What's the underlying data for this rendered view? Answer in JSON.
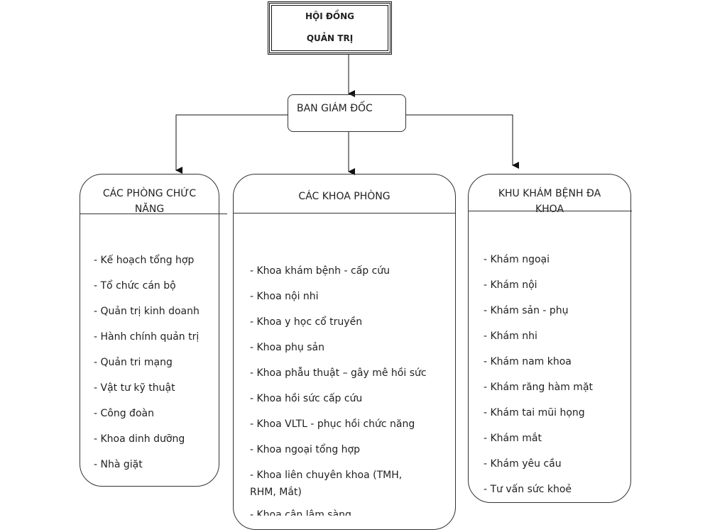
{
  "board": {
    "line1": "HỘI ĐỒNG",
    "line2": "QUẢN TRỊ"
  },
  "directors": {
    "label": "BAN GIÁM ĐỐC"
  },
  "columns": [
    {
      "title_line1": "CÁC PHÒNG CHỨC",
      "title_line2": "NĂNG",
      "items": [
        "- Kế hoạch tổng hợp",
        "- Tổ chức cán bộ",
        "- Quản trị kinh doanh",
        "- Hành chính quản trị",
        "- Quản tri mạng",
        "- Vật tư kỹ thuật",
        "- Công đoàn",
        "- Khoa dinh dưỡng",
        "- Nhà giặt"
      ]
    },
    {
      "title_line1": "CÁC KHOA PHÒNG",
      "items": [
        "- Khoa khám bệnh - cấp cứu",
        "- Khoa nội nhi",
        "- Khoa y học cổ truyền",
        "- Khoa phụ sản",
        "- Khoa phẫu thuật – gây mê hồi sức",
        "- Khoa hồi sức cấp cứu",
        "- Khoa VLTL - phục hồi chức năng",
        "- Khoa ngoại tổng hợp",
        "- Khoa liên chuyên khoa (TMH,",
        "RHM, Mắt)",
        "- Khoa cận lâm sàng"
      ]
    },
    {
      "title_line1": "KHU KHÁM BỆNH ĐA",
      "title_line2": "KHOA",
      "items": [
        "- Khám ngoại",
        "- Khám nội",
        "- Khám sản - phụ",
        "- Khám nhi",
        "- Khám nam khoa",
        "- Khám răng hàm mặt",
        "- Khám tai mũi họng",
        "- Khám mắt",
        "- Khám yêu cầu",
        "- Tư vấn sức khoẻ"
      ]
    }
  ]
}
